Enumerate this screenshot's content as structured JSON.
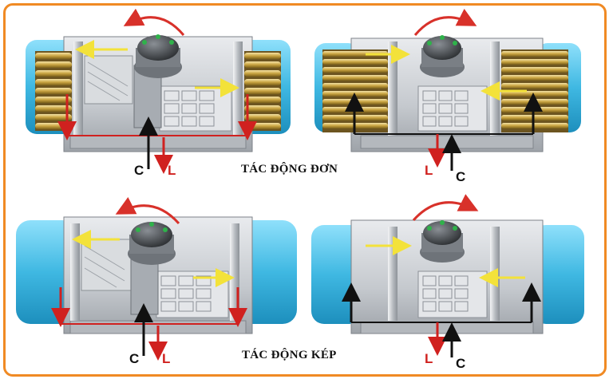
{
  "captions": {
    "single_acting": "TÁC ĐỘNG ĐƠN",
    "double_acting": "TÁC ĐỘNG KÉP"
  },
  "ports": {
    "supply": "C",
    "exhaust": "L"
  },
  "colors": {
    "frame": "#f08a24",
    "end_cap": "#4cc4ea",
    "body": "#c9ccd0",
    "spring": "#c9a441",
    "air_flow_arrow": "#f3e23a",
    "exhaust_arrow": "#d0211f",
    "supply_arrow": "#111111",
    "rotation_arrow": "#d8312a"
  },
  "panels": [
    {
      "id": "single-acting-counterclockwise",
      "springs": true,
      "rotation": "counterclockwise"
    },
    {
      "id": "single-acting-clockwise",
      "springs": true,
      "rotation": "clockwise"
    },
    {
      "id": "double-acting-counterclockwise",
      "springs": false,
      "rotation": "counterclockwise"
    },
    {
      "id": "double-acting-clockwise",
      "springs": false,
      "rotation": "clockwise"
    }
  ]
}
